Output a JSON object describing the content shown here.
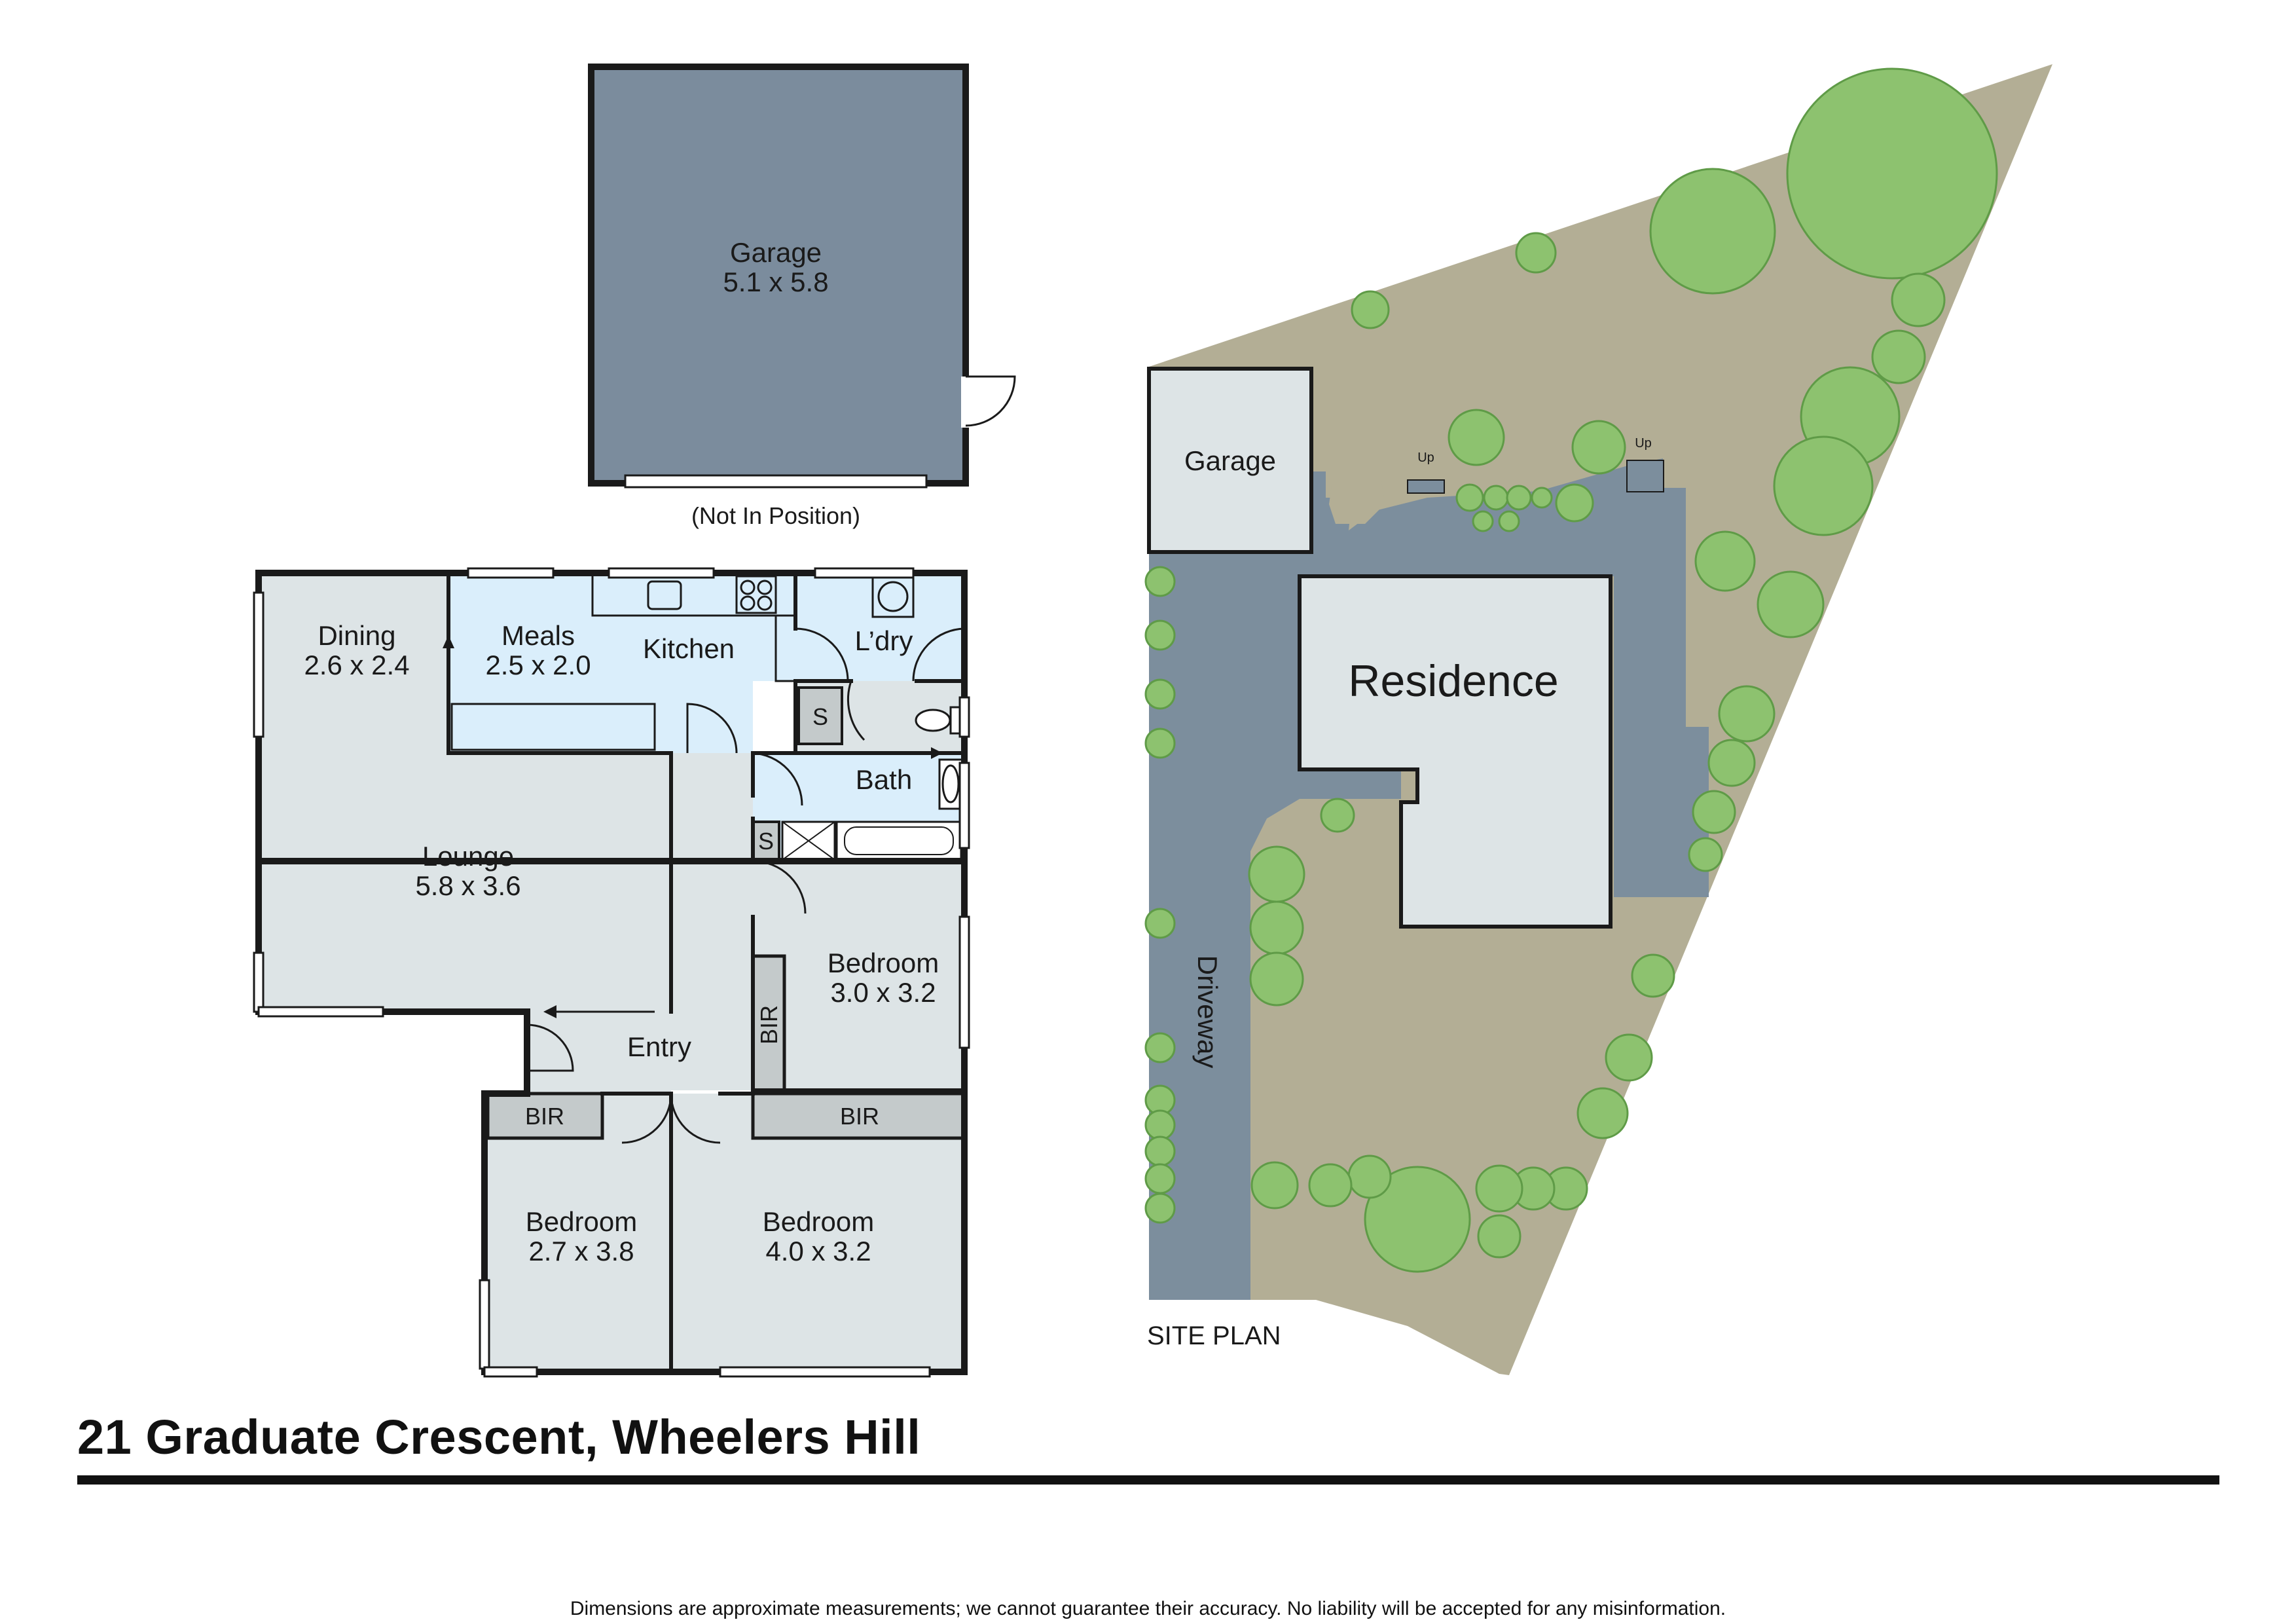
{
  "title": "21 Graduate Crescent, Wheelers Hill",
  "disclaimer": "Dimensions are approximate measurements; we cannot guarantee their accuracy. No liability will be accepted for any misinformation.",
  "colors": {
    "garage_fill": "#7b8c9d",
    "room_fill": "#dde4e6",
    "wet_fill": "#daeefb",
    "wall": "#1a1a1a",
    "lot_fill": "#b3ae95",
    "driveway_fill": "#7c8e9d",
    "tree_fill": "#8dc26f"
  },
  "floor_plan": {
    "garage": {
      "name": "Garage",
      "dims": "5.1 x 5.8",
      "note": "(Not In Position)"
    },
    "rooms": {
      "dining": {
        "name": "Dining",
        "dims": "2.6 x 2.4"
      },
      "meals": {
        "name": "Meals",
        "dims": "2.5 x 2.0"
      },
      "kitchen": {
        "name": "Kitchen"
      },
      "laundry": {
        "name": "L’dry"
      },
      "bath": {
        "name": "Bath"
      },
      "lounge": {
        "name": "Lounge",
        "dims": "5.8 x 3.6"
      },
      "bedroom1": {
        "name": "Bedroom",
        "dims": "3.0 x 3.2"
      },
      "entry": {
        "name": "Entry"
      },
      "bedroom2": {
        "name": "Bedroom",
        "dims": "2.7 x 3.8"
      },
      "bedroom3": {
        "name": "Bedroom",
        "dims": "4.0 x 3.2"
      }
    },
    "fixtures": {
      "shower": "S",
      "bir": "BIR"
    }
  },
  "site_plan": {
    "label": "SITE PLAN",
    "garage": "Garage",
    "residence": "Residence",
    "driveway": "Driveway",
    "steps": "Up"
  }
}
